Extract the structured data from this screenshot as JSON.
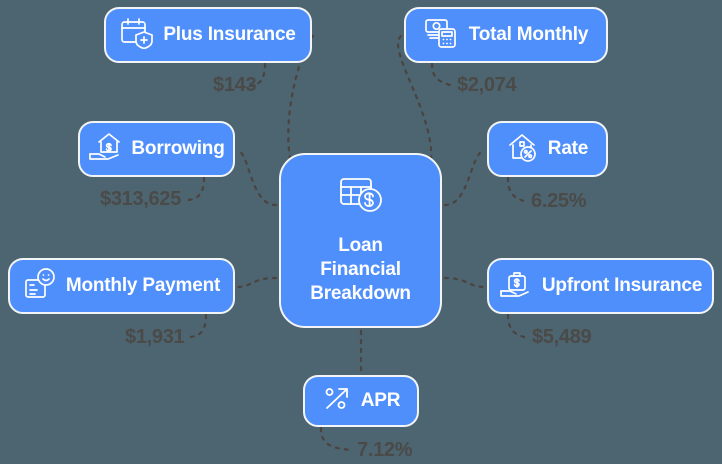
{
  "diagram": {
    "title": "Loan Financial Breakdown",
    "background_color": "#4d6571",
    "node_color": "#4f8ffb",
    "node_border_color": "#f2f4f6",
    "node_text_color": "#ffffff",
    "value_text_color": "#4a4a48",
    "connector_color": "#4a4340",
    "connector_style": "dashed"
  },
  "center": {
    "label": "Loan\nFinancial\nBreakdown",
    "line1": "Loan",
    "line2": "Financial",
    "line3": "Breakdown",
    "icon": "spreadsheet-dollar-icon"
  },
  "nodes": [
    {
      "id": "plus-insurance",
      "label": "Plus Insurance",
      "value": "$143",
      "icon": "calendar-shield-plus-icon",
      "icon_position": "right"
    },
    {
      "id": "total-monthly",
      "label": "Total Monthly",
      "value": "$2,074",
      "icon": "banknote-calculator-icon",
      "icon_position": "left"
    },
    {
      "id": "borrowing",
      "label": "Borrowing",
      "value": "$313,625",
      "icon": "hand-house-dollar-icon",
      "icon_position": "right"
    },
    {
      "id": "rate",
      "label": "Rate",
      "value": "6.25%",
      "icon": "house-percent-icon",
      "icon_position": "left"
    },
    {
      "id": "monthly-payment",
      "label": "Monthly Payment",
      "value": "$1,931",
      "icon": "invoice-smiley-icon",
      "icon_position": "right"
    },
    {
      "id": "upfront-insurance",
      "label": "Upfront Insurance",
      "value": "$5,489",
      "icon": "hand-briefcase-dollar-icon",
      "icon_position": "left"
    },
    {
      "id": "apr",
      "label": "APR",
      "value": "7.12%",
      "icon": "percent-arrow-up-icon",
      "icon_position": "left"
    }
  ]
}
